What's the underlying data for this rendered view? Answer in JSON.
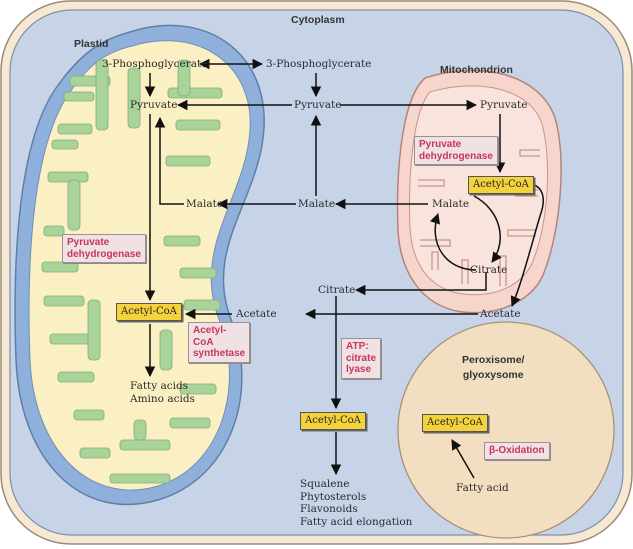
{
  "compartments": {
    "cytoplasm": "Cytoplasm",
    "plastid": "Plastid",
    "mitochondrion": "Mitochondrion",
    "peroxisome": "Peroxisome/\nglyoxysome"
  },
  "metabolites": {
    "pga_plastid": "3-Phosphoglycerate",
    "pga_cyto": "3-Phosphoglycerate",
    "pyruvate_plastid": "Pyruvate",
    "pyruvate_cyto": "Pyruvate",
    "pyruvate_mito": "Pyruvate",
    "malate_plastid": "Malate",
    "malate_cyto": "Malate",
    "malate_mito": "Malate",
    "citrate_mito": "Citrate",
    "citrate_cyto": "Citrate",
    "acetate_plastid": "Acetate",
    "acetate_mito": "Acetate",
    "fatty_amino": "Fatty acids\nAmino acids",
    "products_cyto": "Squalene\nPhytosterols\nFlavonoids\nFatty acid elongation",
    "fatty_acid_perox": "Fatty acid"
  },
  "acetyl_coa": {
    "plastid": "Acetyl-CoA",
    "mito": "Acetyl-CoA",
    "cyto": "Acetyl-CoA",
    "perox": "Acetyl-CoA"
  },
  "enzymes": {
    "pdh_mito": "Pyruvate\ndehydrogenase",
    "pdh_plastid": "Pyruvate\ndehydrogenase",
    "acs": "Acetyl-\nCoA\nsynthetase",
    "acl": "ATP:\ncitrate\nlyase",
    "beta_ox": "β-Oxidation"
  },
  "colors": {
    "cell_fill": "#f7e8d3",
    "cytoplasm_fill": "#c7d4e8",
    "plastid_membrane": "#8fb0db",
    "plastid_stroma": "#fbf0c3",
    "thylakoid": "#a9d39a",
    "mito_fill": "#f6d6cc",
    "mito_border": "#b58378",
    "peroxisome_fill": "#f2dfc1",
    "acetyl_coa_box": "#f4d23c",
    "enzyme_text": "#c8365c"
  }
}
